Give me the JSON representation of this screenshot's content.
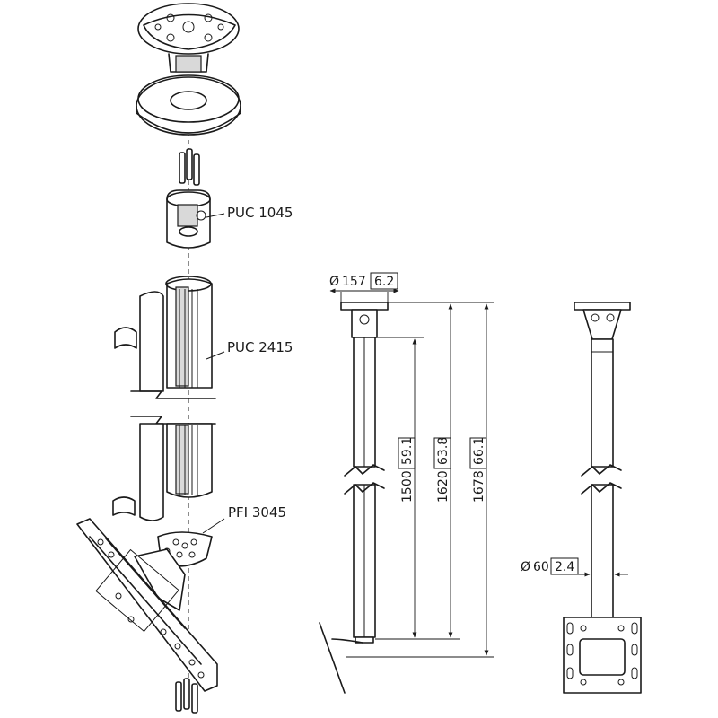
{
  "labels": {
    "puc1045": "PUC 1045",
    "puc2415": "PUC 2415",
    "pfi3045": "PFI 3045"
  },
  "dimensions": {
    "plate_diameter": {
      "symbol": "Ø",
      "mm": "157",
      "inch": "6.2"
    },
    "pole_length": {
      "mm": "1500",
      "inch": "59.1"
    },
    "mid_length": {
      "mm": "1620",
      "inch": "63.8"
    },
    "overall_length": {
      "mm": "1678",
      "inch": "66.1"
    },
    "pole_diameter": {
      "symbol": "Ø",
      "mm": "60",
      "inch": "2.4"
    }
  }
}
